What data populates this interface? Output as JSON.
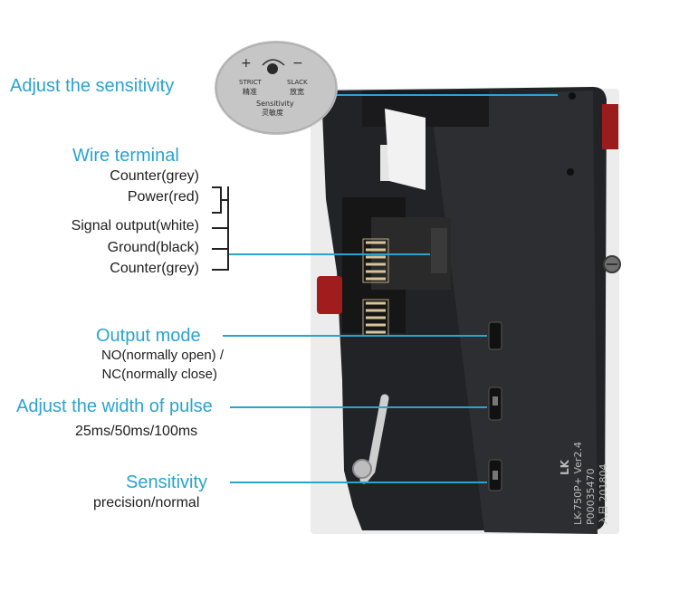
{
  "callouts": {
    "adjust_sensitivity": "Adjust the sensitivity",
    "wire_terminal": "Wire terminal",
    "wires": [
      "Counter(grey)",
      "Power(red)",
      "Signal output(white)",
      "Ground(black)",
      "Counter(grey)"
    ],
    "output_mode": "Output mode",
    "output_mode_desc_1": "NO(normally open) /",
    "output_mode_desc_2": "NC(normally close)",
    "pulse_width": "Adjust the width of pulse",
    "pulse_width_values": "25ms/50ms/100ms",
    "sensitivity": "Sensitivity",
    "sensitivity_values": "precision/normal"
  },
  "dial": {
    "plus": "+",
    "minus": "−",
    "strict_en": "STRICT",
    "slack_en": "SLACK",
    "strict_cn": "精准",
    "slack_cn": "放宽",
    "sensitivity_en": "Sensitivity",
    "sensitivity_cn": "灵敏度"
  },
  "device_label": {
    "logo": "LK",
    "model": "LK-750P+  Ver2.4",
    "code": "P00035470",
    "date": "入日 201804"
  },
  "colors": {
    "accent": "#2aa3cf",
    "text": "#1e1e1e"
  }
}
